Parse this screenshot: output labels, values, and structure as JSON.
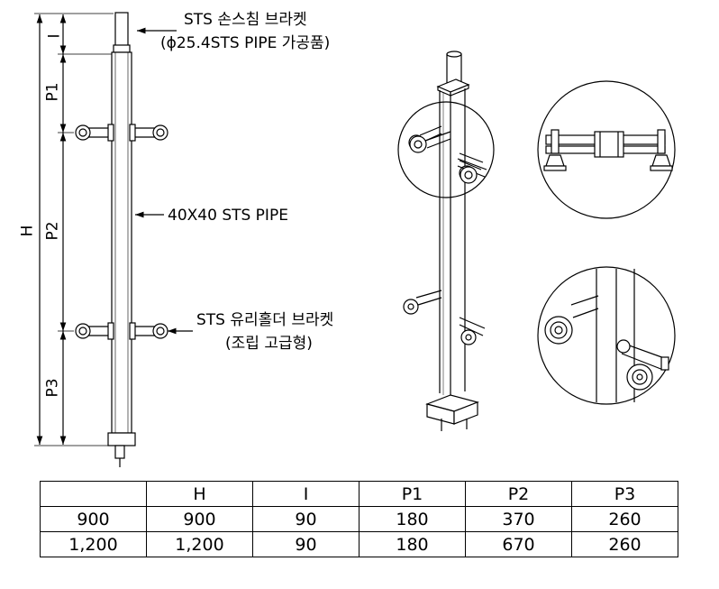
{
  "annotations": {
    "top_bracket_line1": "STS 손스침 브라켓",
    "top_bracket_line2": "(ϕ25.4STS PIPE 가공품)",
    "pipe": "40X40 STS PIPE",
    "glass_bracket_line1": "STS 유리홀더 브라켓",
    "glass_bracket_line2": "(조립 고급형)"
  },
  "dimensions": {
    "H": "H",
    "I": "I",
    "P1": "P1",
    "P2": "P2",
    "P3": "P3"
  },
  "table": {
    "headers": [
      "",
      "H",
      "I",
      "P1",
      "P2",
      "P3"
    ],
    "rows": [
      [
        "900",
        "900",
        "90",
        "180",
        "370",
        "260"
      ],
      [
        "1,200",
        "1,200",
        "90",
        "180",
        "670",
        "260"
      ]
    ]
  }
}
